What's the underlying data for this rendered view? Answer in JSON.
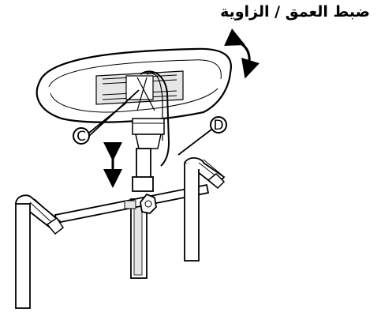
{
  "caption": "ضبط العمق / الزاوية",
  "callouts": {
    "c": "C",
    "d": "D"
  },
  "icons": {
    "rotate": "curved-double-arrow-icon",
    "vertical": "vertical-double-arrow-icon"
  },
  "colors": {
    "line": "#000000",
    "fill": "#ffffff",
    "shade": "#e6e6e6"
  }
}
